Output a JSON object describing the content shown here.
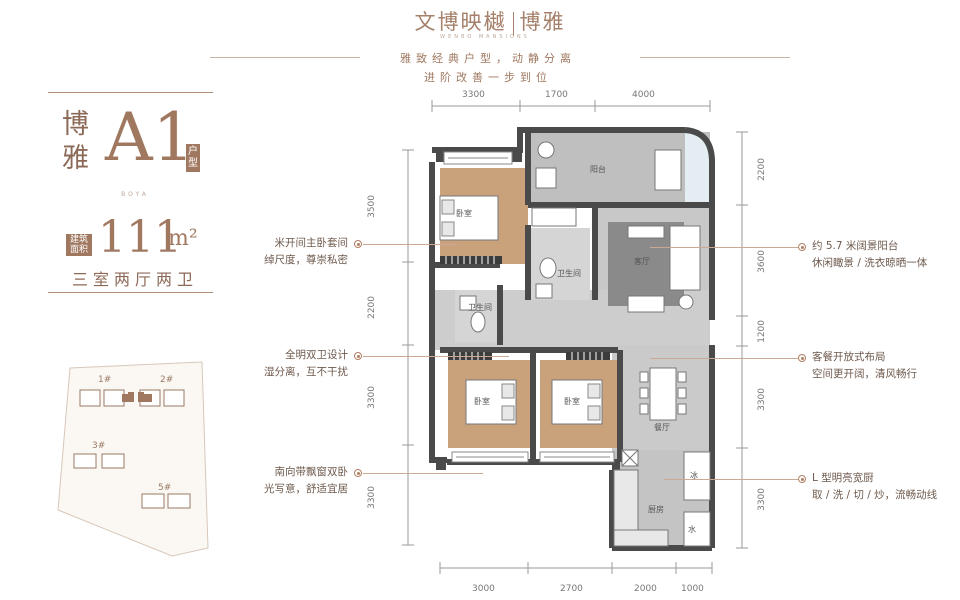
{
  "header": {
    "brand_left": "文博映樾",
    "brand_right": "博雅",
    "brand_sub": "WENBO MANSIONS",
    "slogan_line1": "雅致经典户型，动静分离",
    "slogan_line2": "进阶改善一步到位"
  },
  "unit": {
    "name_cn_1": "博",
    "name_cn_2": "雅",
    "model": "A1",
    "model_suffix": "户型",
    "pinyin": "BOYA",
    "area_label": "建筑面积",
    "area_value": "111",
    "area_unit": "m²",
    "layout": "三室两厅两卫"
  },
  "siteplan": {
    "buildings": [
      "1#",
      "2#",
      "3#",
      "5#"
    ]
  },
  "dimensions": {
    "top": [
      "3300",
      "1700",
      "4000"
    ],
    "bottom": [
      "3000",
      "2700",
      "2000",
      "1000"
    ],
    "left": [
      "3500",
      "2200",
      "3300",
      "3300"
    ],
    "right": [
      "2200",
      "3600",
      "1200",
      "3300",
      "3300"
    ]
  },
  "rooms": {
    "balcony": "阳台",
    "living": "客厅",
    "bathroom_main": "卫生间",
    "bathroom_second": "卫生间",
    "bedroom_master": "卧室",
    "bedroom_2": "卧室",
    "bedroom_3": "卧室",
    "dining": "餐厅",
    "kitchen": "厨房",
    "fridge": "冰",
    "water": "水"
  },
  "annotations_left": [
    {
      "line1": "米开间主卧套间",
      "line2": "绰尺度，尊崇私密"
    },
    {
      "line1": "全明双卫设计",
      "line2": "湿分离，互不干扰"
    },
    {
      "line1": "南向带飘窗双卧",
      "line2": "光写意，舒适宜居"
    }
  ],
  "annotations_right": [
    {
      "line1": "约 5.7 米阔景阳台",
      "line2": "休闲瞰景 / 洗衣晾晒一体"
    },
    {
      "line1": "客餐开放式布局",
      "line2": "空间更开阔，清风畅行"
    },
    {
      "line1": "L 型明亮宽厨",
      "line2": "取 / 洗 / 切 / 炒，流畅动线"
    }
  ],
  "colors": {
    "accent": "#a07860",
    "wall": "#4a4a4a",
    "wood": "#c9a27c",
    "tile": "#cfcfcf"
  }
}
